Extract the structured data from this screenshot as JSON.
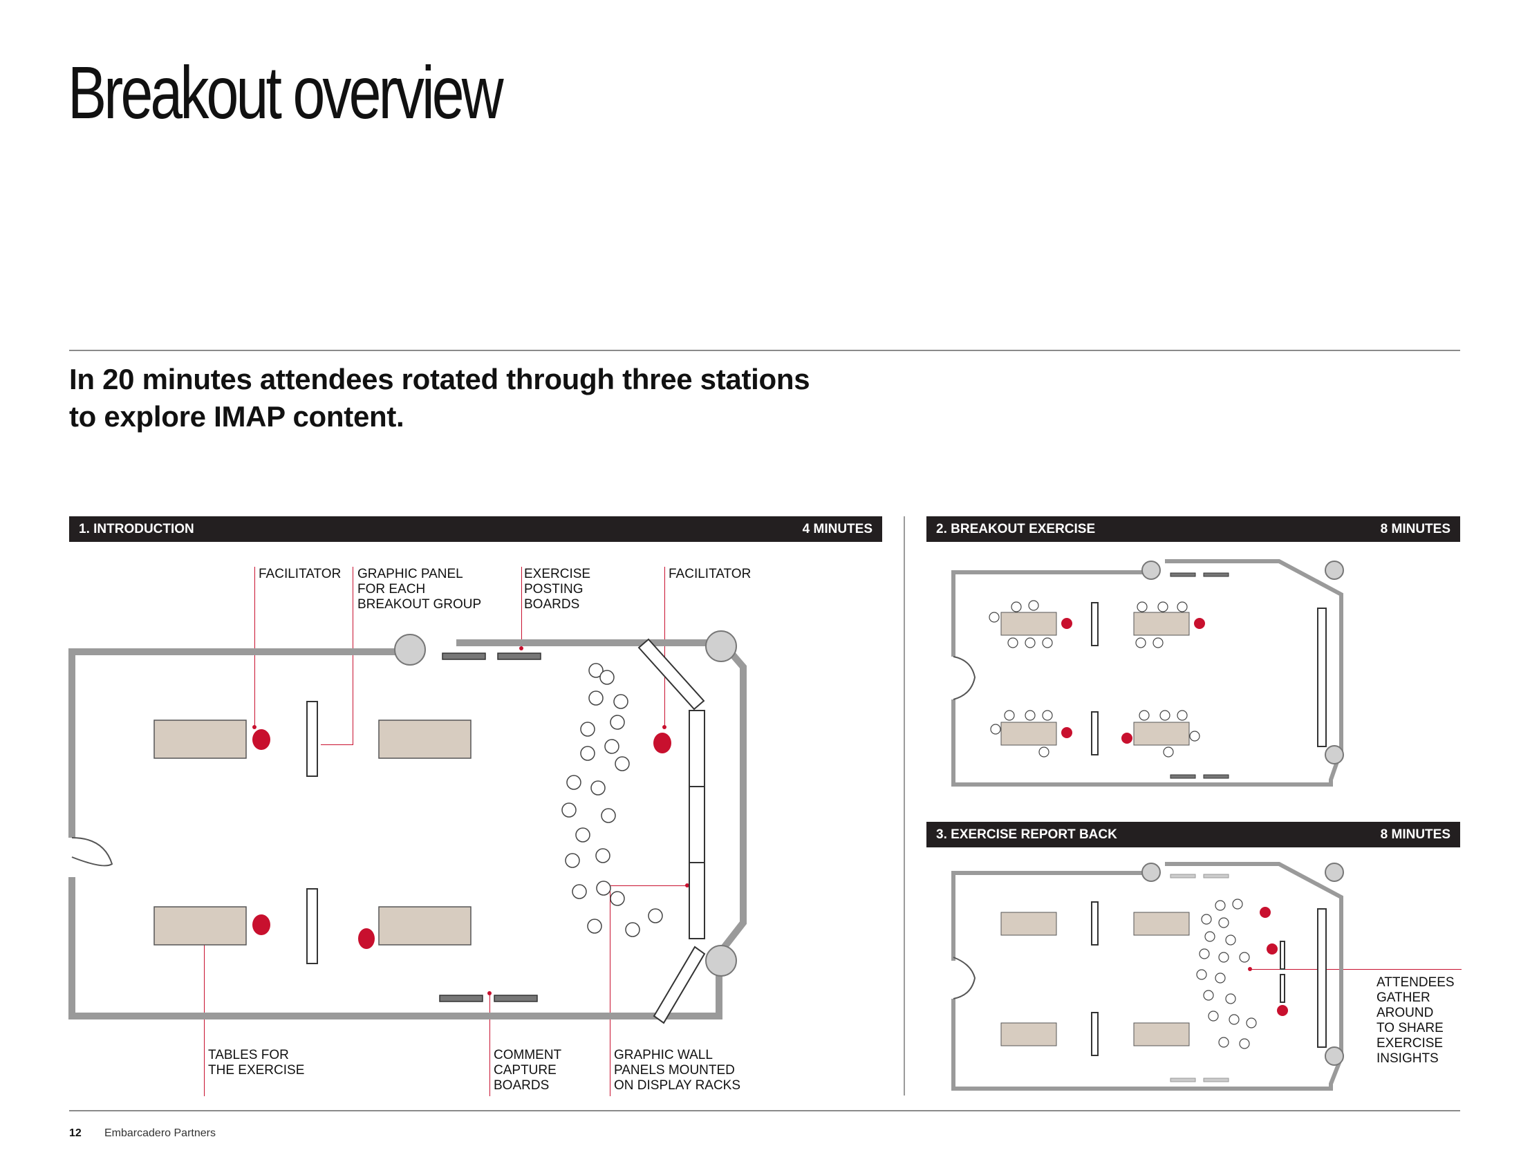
{
  "page": {
    "title": "Breakout overview",
    "subtitle_line1": "In 20 minutes attendees rotated through three stations",
    "subtitle_line2": "to explore IMAP content."
  },
  "stations": [
    {
      "name": "1. INTRODUCTION",
      "duration": "4 MINUTES"
    },
    {
      "name": "2. BREAKOUT EXERCISE",
      "duration": "8 MINUTES"
    },
    {
      "name": "3. EXERCISE REPORT BACK",
      "duration": "8 MINUTES"
    }
  ],
  "callouts": {
    "facilitator_left": "FACILITATOR",
    "graphic_panel": "GRAPHIC PANEL\nFOR EACH\nBREAKOUT GROUP",
    "exercise_boards": "EXERCISE\nPOSTING\nBOARDS",
    "facilitator_right": "FACILITATOR",
    "tables": "TABLES FOR\nTHE EXERCISE",
    "comment_boards": "COMMENT\nCAPTURE\nBOARDS",
    "graphic_wall": "GRAPHIC WALL\nPANELS MOUNTED\nON DISPLAY RACKS",
    "attendees": "ATTENDEES\nGATHER\nAROUND\nTO SHARE\nEXERCISE\nINSIGHTS"
  },
  "footer": {
    "page_number": "12",
    "company": "Embarcadero Partners"
  },
  "colors": {
    "accent": "#c8102e",
    "table": "#d7ccc0",
    "bar": "#231f20",
    "wall": "#9a9a9a"
  }
}
